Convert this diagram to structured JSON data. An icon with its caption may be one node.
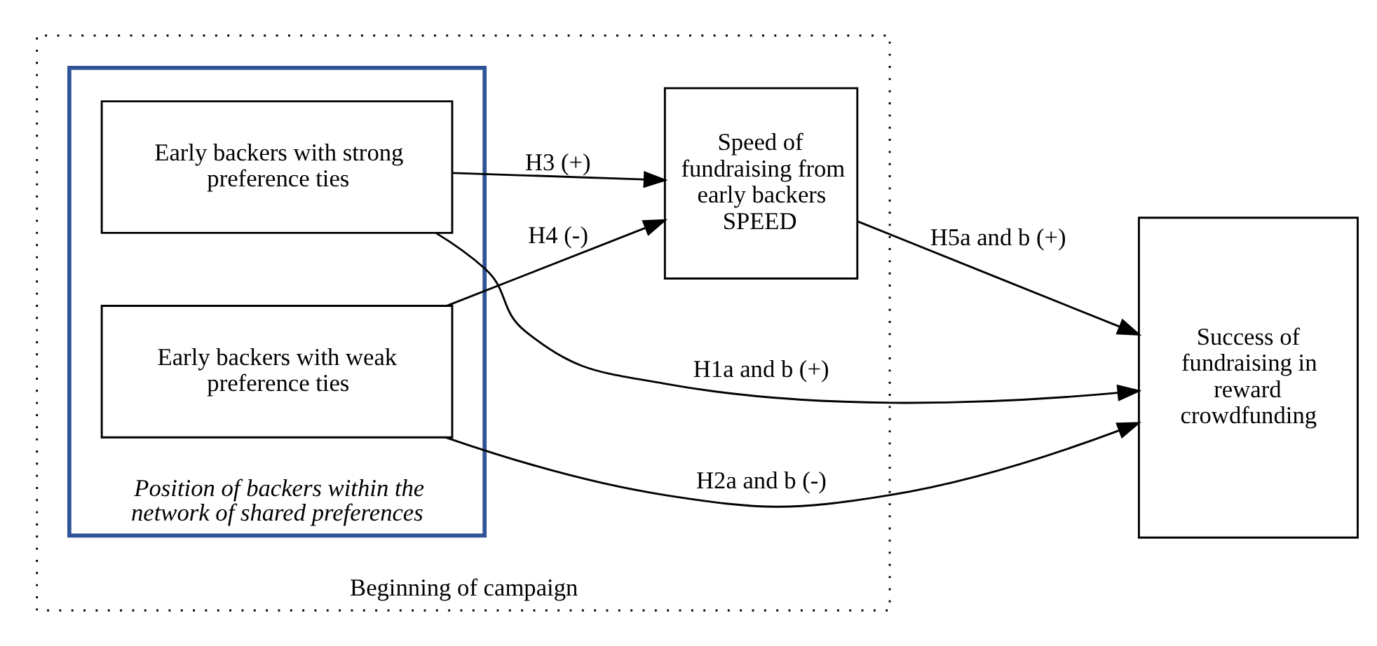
{
  "diagram": {
    "nodes": [
      {
        "text": [
          "Beginning of campaign"
        ]
      },
      {
        "text": [
          "Position of backers within the network of shared preferences"
        ],
        "in": 0
      },
      {
        "text": [
          "Early backers with strong preference ties"
        ],
        "in": 1
      },
      {
        "text": [
          "Early backers with weak preference ties"
        ],
        "in": 1
      },
      {
        "text": [
          "Speed of fundraising from early backers SPEED"
        ],
        "in": 0
      },
      {
        "text": [
          "Success of fundraising in reward crowdfunding"
        ]
      }
    ],
    "edges": [
      {
        "from": 2,
        "to": 5,
        "arrow": "to",
        "label": "H1a and b (+)"
      },
      {
        "from": 2,
        "to": 4,
        "arrow": "to",
        "label": "H3 (+)"
      },
      {
        "from": 3,
        "to": 4,
        "arrow": "to",
        "label": "H4 (-)"
      },
      {
        "from": 3,
        "to": 5,
        "arrow": "to",
        "label": "H2a and b (-)"
      },
      {
        "from": 4,
        "to": 5,
        "arrow": "to",
        "label": "H5a and b (+)"
      }
    ]
  }
}
